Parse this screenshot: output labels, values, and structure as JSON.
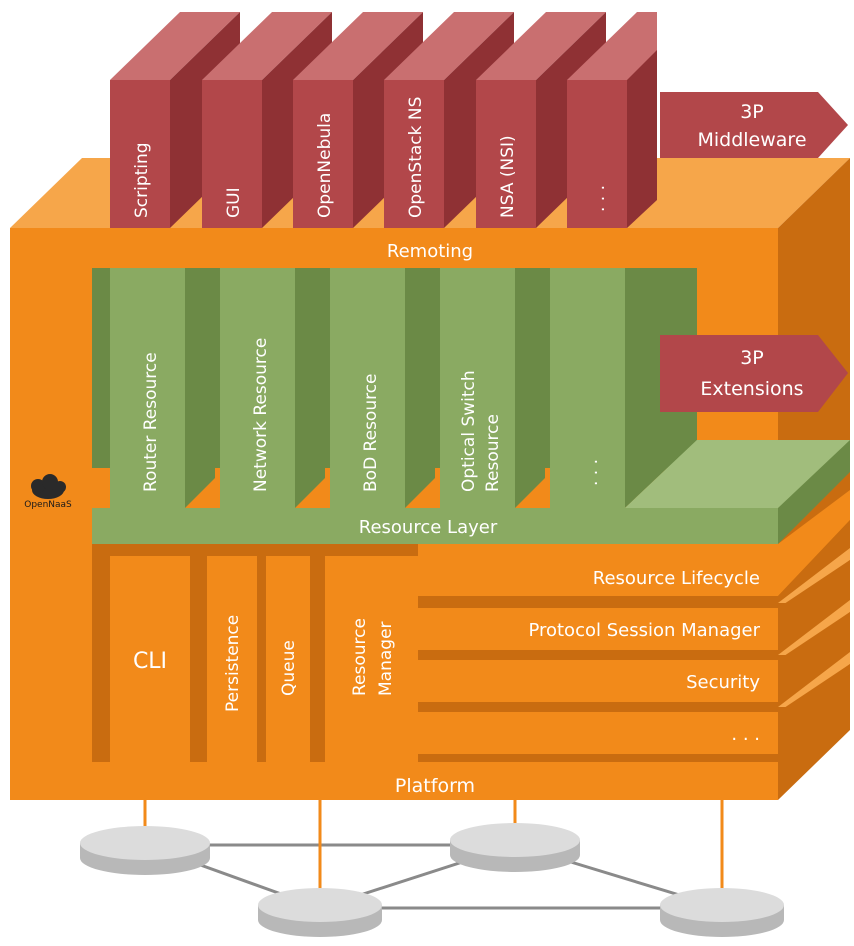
{
  "diagram": {
    "middleware_blocks": [
      "Scripting",
      "GUI",
      "OpenNebula",
      "OpenStack NS",
      "NSA (NSI)",
      ". . ."
    ],
    "middleware_arrow": [
      "3P",
      "Middleware"
    ],
    "remoting_label": "Remoting",
    "resource_blocks": [
      [
        "Router Resource"
      ],
      [
        "Network Resource"
      ],
      [
        "BoD Resource"
      ],
      [
        "Optical Switch",
        "Resource"
      ],
      [
        ". . ."
      ]
    ],
    "extensions_arrow": [
      "3P",
      "Extensions"
    ],
    "resource_layer_label": "Resource Layer",
    "logo_text": "OpenNaaS",
    "cli_label": "CLI",
    "persistence_label": "Persistence",
    "queue_label": "Queue",
    "resource_manager_label": [
      "Resource",
      "Manager"
    ],
    "platform_rows": [
      "Resource Lifecycle",
      "Protocol Session Manager",
      "Security",
      ". . ."
    ],
    "platform_label": "Platform",
    "colors": {
      "orange": "#f28a1a",
      "orange_dark": "#c96c10",
      "orange_light": "#f6a64a",
      "red_block": "#b2474a",
      "red_block_dark": "#8f3134",
      "red_block_light": "#c96f70",
      "green": "#8aaa62",
      "green_dark": "#6b8a46",
      "green_light": "#a1bd7c",
      "node_gray": "#d4d4d4",
      "link_gray": "#8a8a8a"
    }
  }
}
